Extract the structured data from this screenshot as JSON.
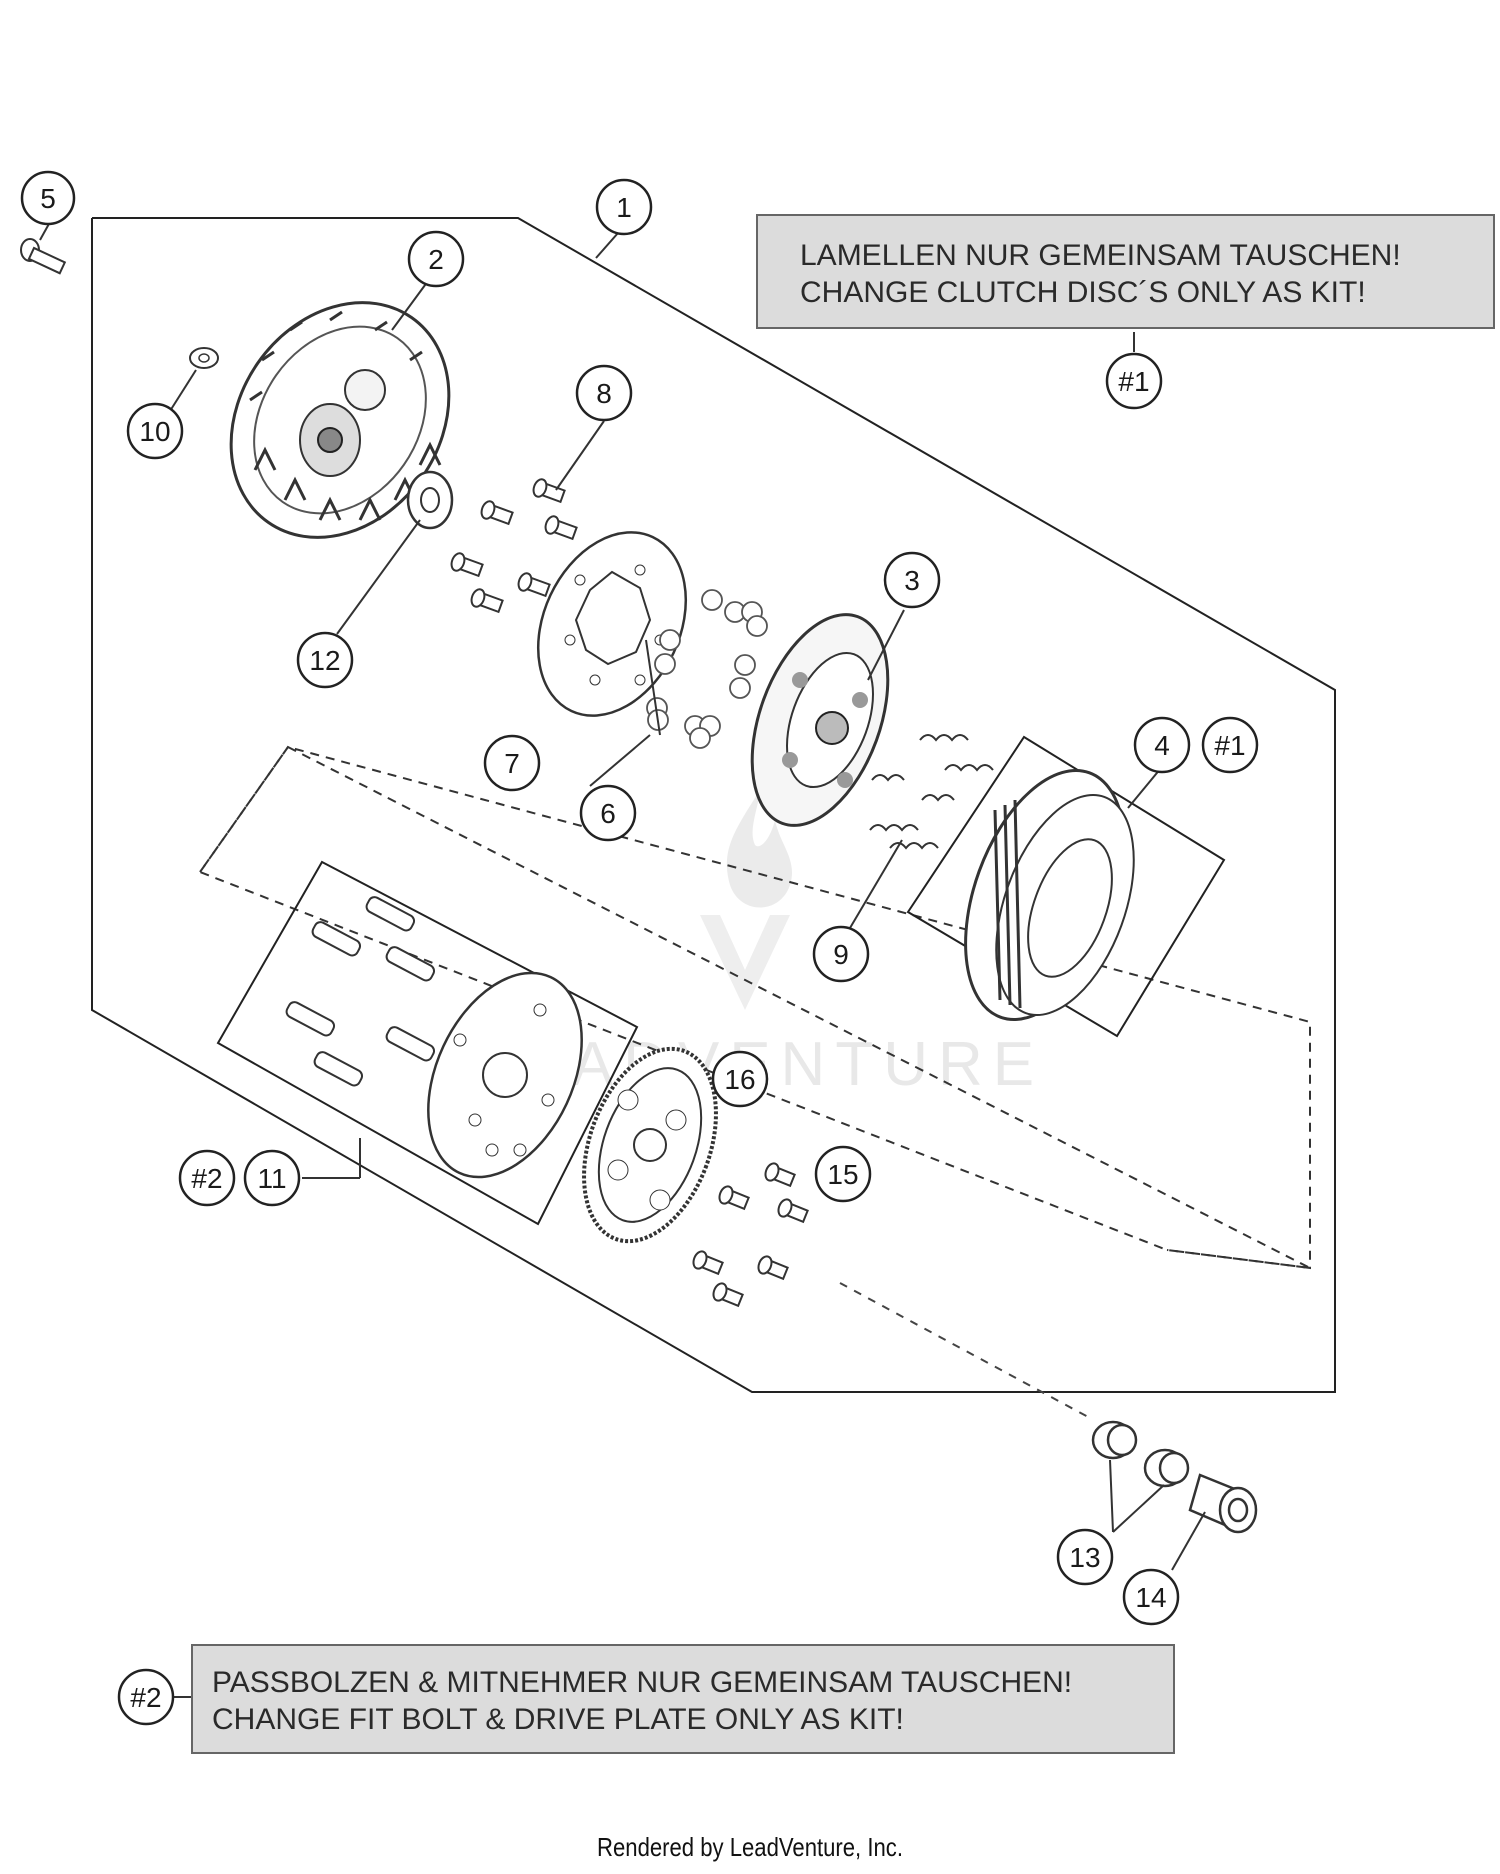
{
  "notes": {
    "note1": {
      "ref": "#1",
      "line1": "LAMELLEN NUR GEMEINSAM TAUSCHEN!",
      "line2": "CHANGE CLUTCH DISC´S ONLY AS KIT!"
    },
    "note2": {
      "ref": "#2",
      "line1": "PASSBOLZEN & MITNEHMER NUR GEMEINSAM TAUSCHEN!",
      "line2": "CHANGE FIT BOLT & DRIVE PLATE ONLY AS KIT!"
    }
  },
  "callouts": {
    "c1": "1",
    "c2": "2",
    "c3": "3",
    "c4": "4",
    "c5": "5",
    "c6": "6",
    "c7": "7",
    "c8": "8",
    "c9": "9",
    "c10": "10",
    "c11": "11",
    "c12": "12",
    "c13": "13",
    "c14": "14",
    "c15": "15",
    "c16": "16",
    "ref4": "#1",
    "ref11": "#2"
  },
  "watermark": "LEADVENTURE",
  "footer": "Rendered by LeadVenture, Inc."
}
